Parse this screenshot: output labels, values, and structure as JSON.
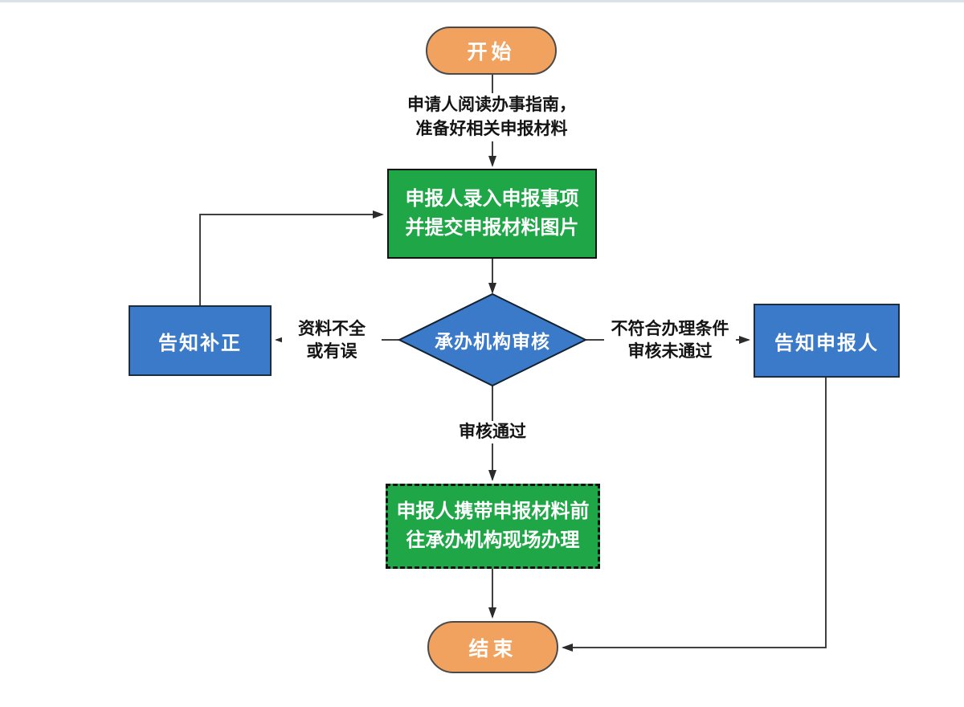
{
  "colors": {
    "orange": "#F1A25F",
    "green": "#1FA747",
    "blue": "#3A7AC9",
    "line": "#404040",
    "arrow": "#2B2B2B",
    "chrome": "#D9E2E8"
  },
  "flowchart": {
    "nodes": {
      "start": {
        "type": "terminator",
        "label": "开始"
      },
      "entry": {
        "type": "process",
        "lines": [
          "申报人录入申报事项",
          "并提交申报材料图片"
        ]
      },
      "review": {
        "type": "decision",
        "label": "承办机构审核"
      },
      "notify_correction": {
        "type": "process",
        "label": "告知补正"
      },
      "notify_declarant": {
        "type": "process",
        "label": "告知申报人"
      },
      "onsite": {
        "type": "process-dashed",
        "lines": [
          "申报人携带申报材料前",
          "往承办机构现场办理"
        ]
      },
      "end": {
        "type": "terminator",
        "label": "结束"
      }
    },
    "edges": [
      {
        "from": "start",
        "to": "entry",
        "label": {
          "line1": "申请人阅读办事指南，",
          "line2": "准备好相关申报材料"
        }
      },
      {
        "from": "entry",
        "to": "review"
      },
      {
        "from": "review",
        "to": "notify_correction",
        "label": {
          "line1": "资料不全",
          "line2": "或有误"
        }
      },
      {
        "from": "notify_correction",
        "to": "entry"
      },
      {
        "from": "review",
        "to": "notify_declarant",
        "label": {
          "line1": "不符合办理条件",
          "line2": "审核未通过"
        }
      },
      {
        "from": "review",
        "to": "onsite",
        "label": {
          "line1": "审核通过"
        }
      },
      {
        "from": "onsite",
        "to": "end"
      },
      {
        "from": "notify_declarant",
        "to": "end"
      }
    ]
  }
}
